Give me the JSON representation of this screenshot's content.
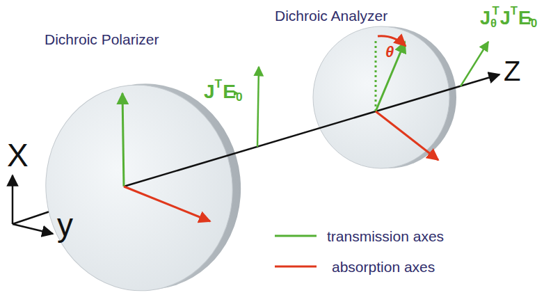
{
  "diagram": {
    "labels": [
      "Dichroic Polarizer",
      "Dichroic Analyzer",
      "JTE0",
      "θ",
      "JθTJTE0",
      "Z",
      "X",
      "y"
    ],
    "legend": [
      {
        "text": "transmission axes"
      },
      {
        "text": "absorption axes"
      }
    ]
  }
}
